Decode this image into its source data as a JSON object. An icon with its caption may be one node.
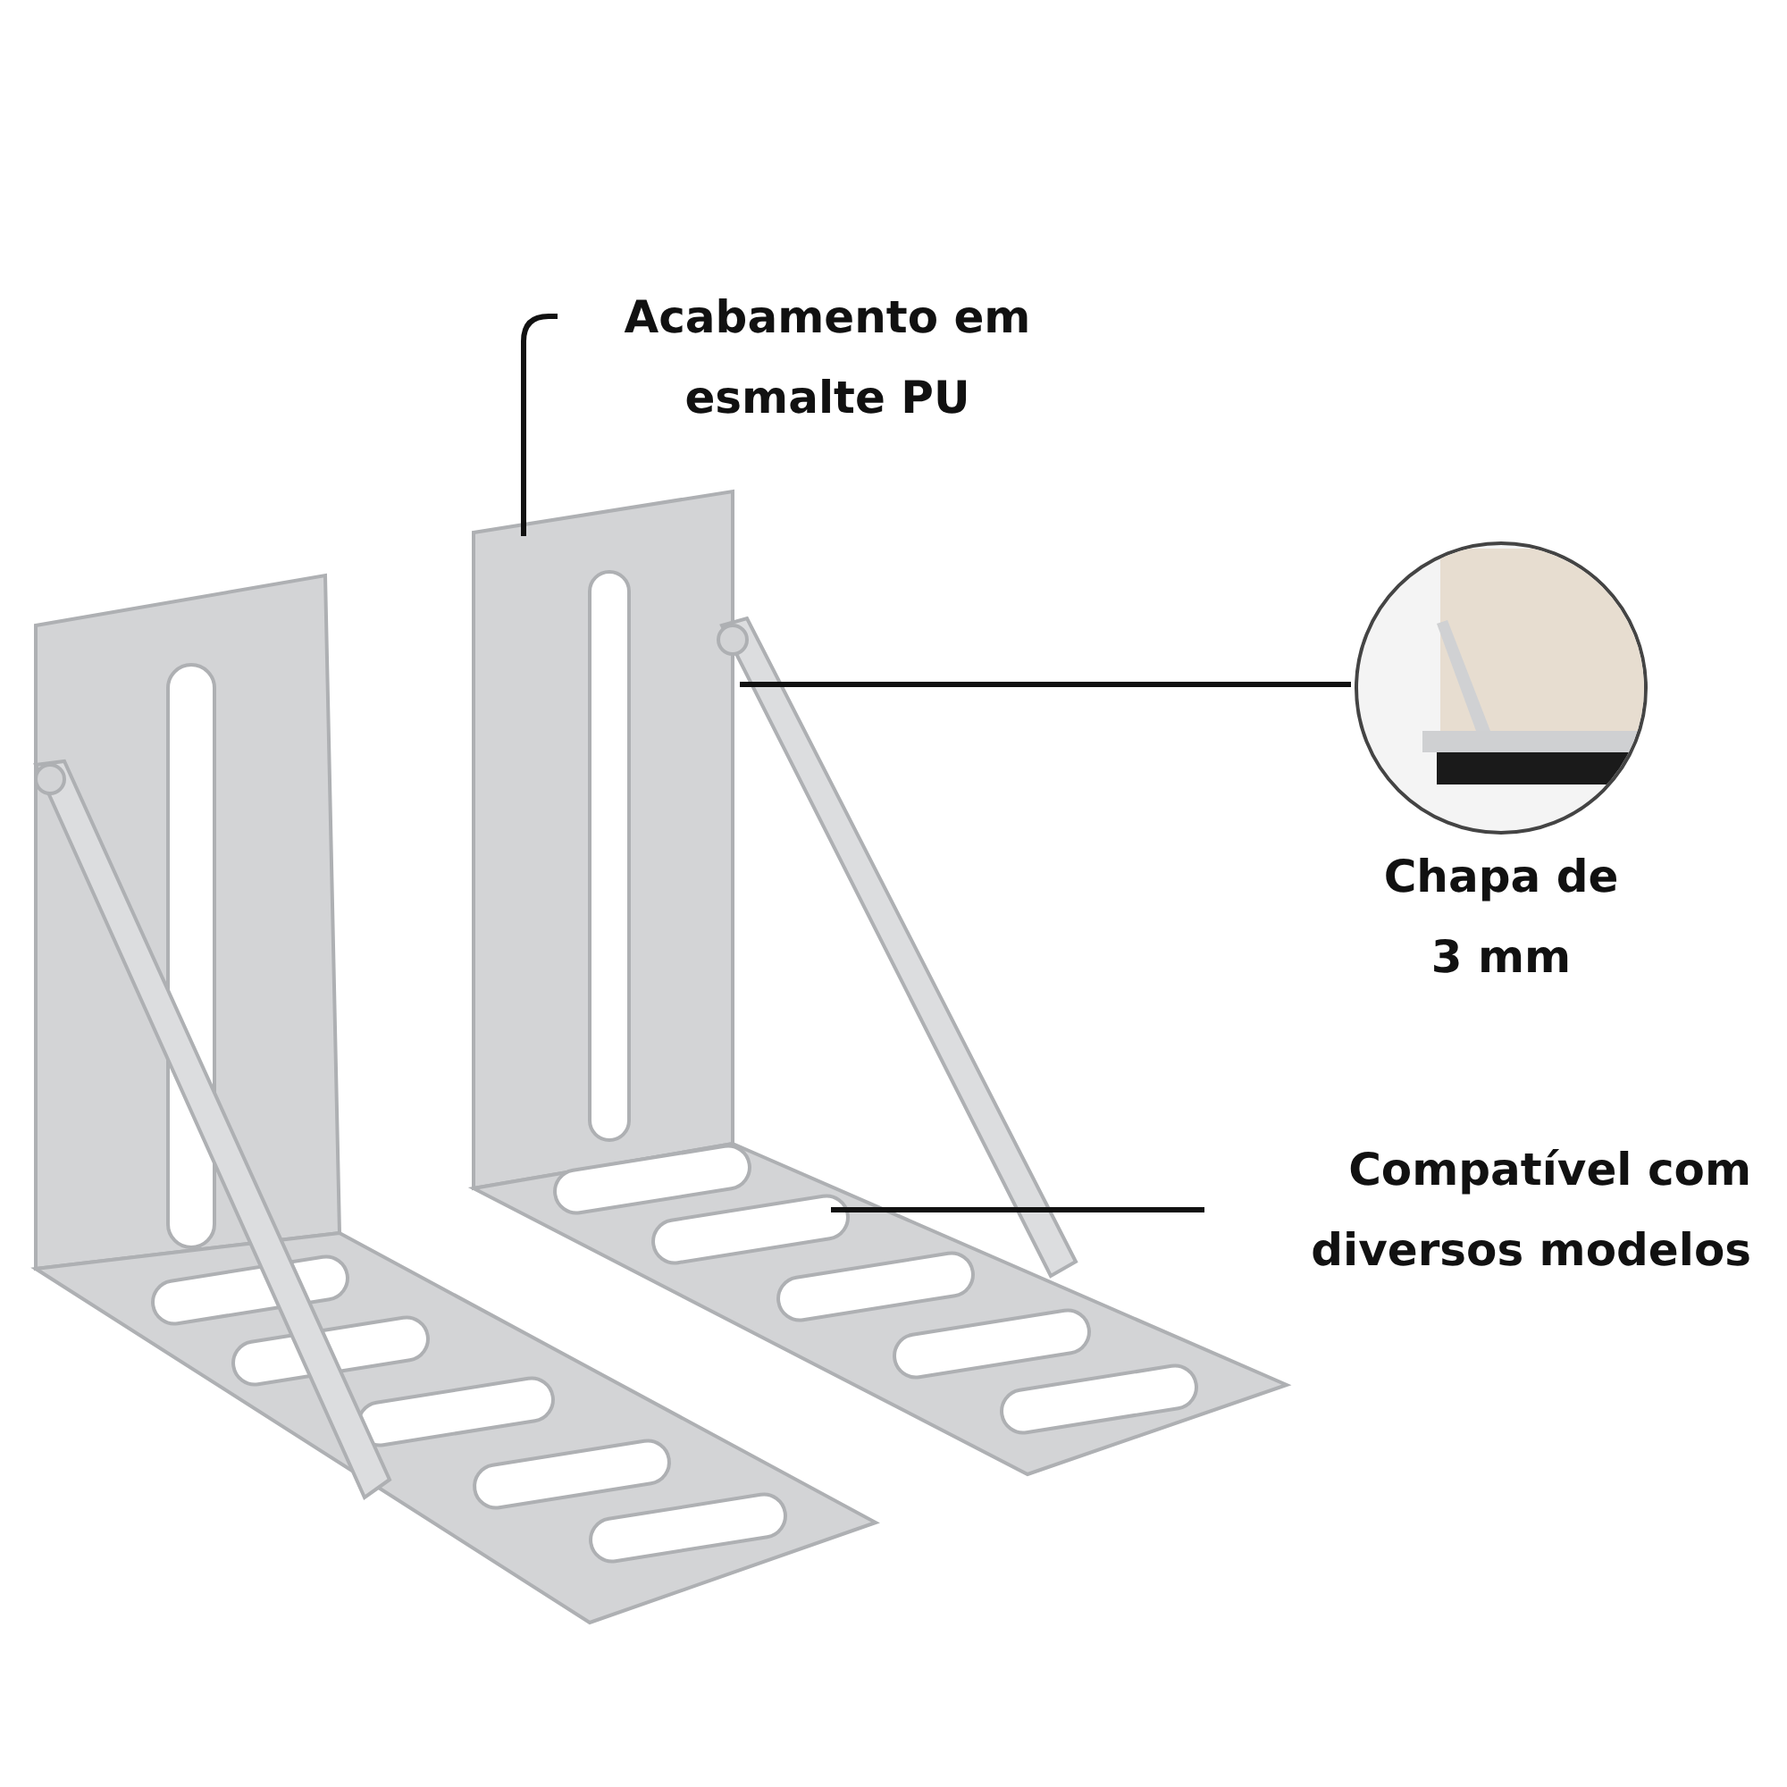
{
  "diagram": {
    "nodes": [
      {
        "text": [
          "Acabamento em esmalte PU"
        ]
      },
      {
        "text": [],
        "shape": "picture"
      },
      {
        "text": [],
        "shape": "picture"
      },
      {
        "text": [],
        "shape": "picture"
      },
      {
        "text": [],
        "shape": "circle",
        "beside": [
          "Chapa de 3 mm"
        ]
      },
      {
        "text": [
          "Compatível com diversos modelos"
        ]
      }
    ],
    "edges": [
      {
        "from": 0,
        "to": 1,
        "arrow": "none"
      },
      {
        "from": 4,
        "to": 2,
        "arrow": "none"
      },
      {
        "from": 5,
        "to": 3,
        "arrow": "none"
      }
    ]
  }
}
